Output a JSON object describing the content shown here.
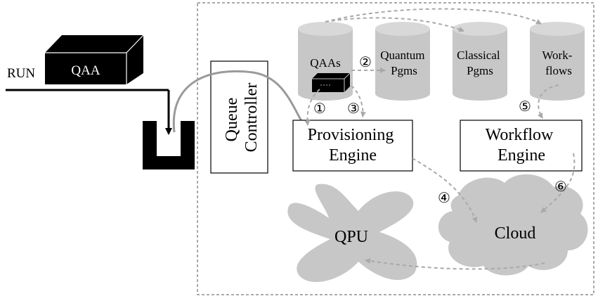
{
  "run_label": "RUN",
  "qaa_label": "QAA",
  "queue_controller": [
    "Queue",
    "Controller"
  ],
  "repositories": {
    "qaas": "QAAs",
    "quantum": [
      "Quantum",
      "Pgms"
    ],
    "classical": [
      "Classical",
      "Pgms"
    ],
    "workflows": [
      "Work-",
      "flows"
    ]
  },
  "provisioning_engine": [
    "Provisioning",
    "Engine"
  ],
  "workflow_engine": [
    "Workflow",
    "Engine"
  ],
  "qpu_label": "QPU",
  "cloud_label": "Cloud",
  "step_markers": {
    "s1": "①",
    "s2": "②",
    "s3": "③",
    "s4": "④",
    "s5": "⑤",
    "s6": "⑥"
  },
  "colors": {
    "gray_fill": "#c7c7c7",
    "gray_top": "#d8d8d8",
    "arrow_gray": "#a9a9a9",
    "black": "#000000"
  }
}
